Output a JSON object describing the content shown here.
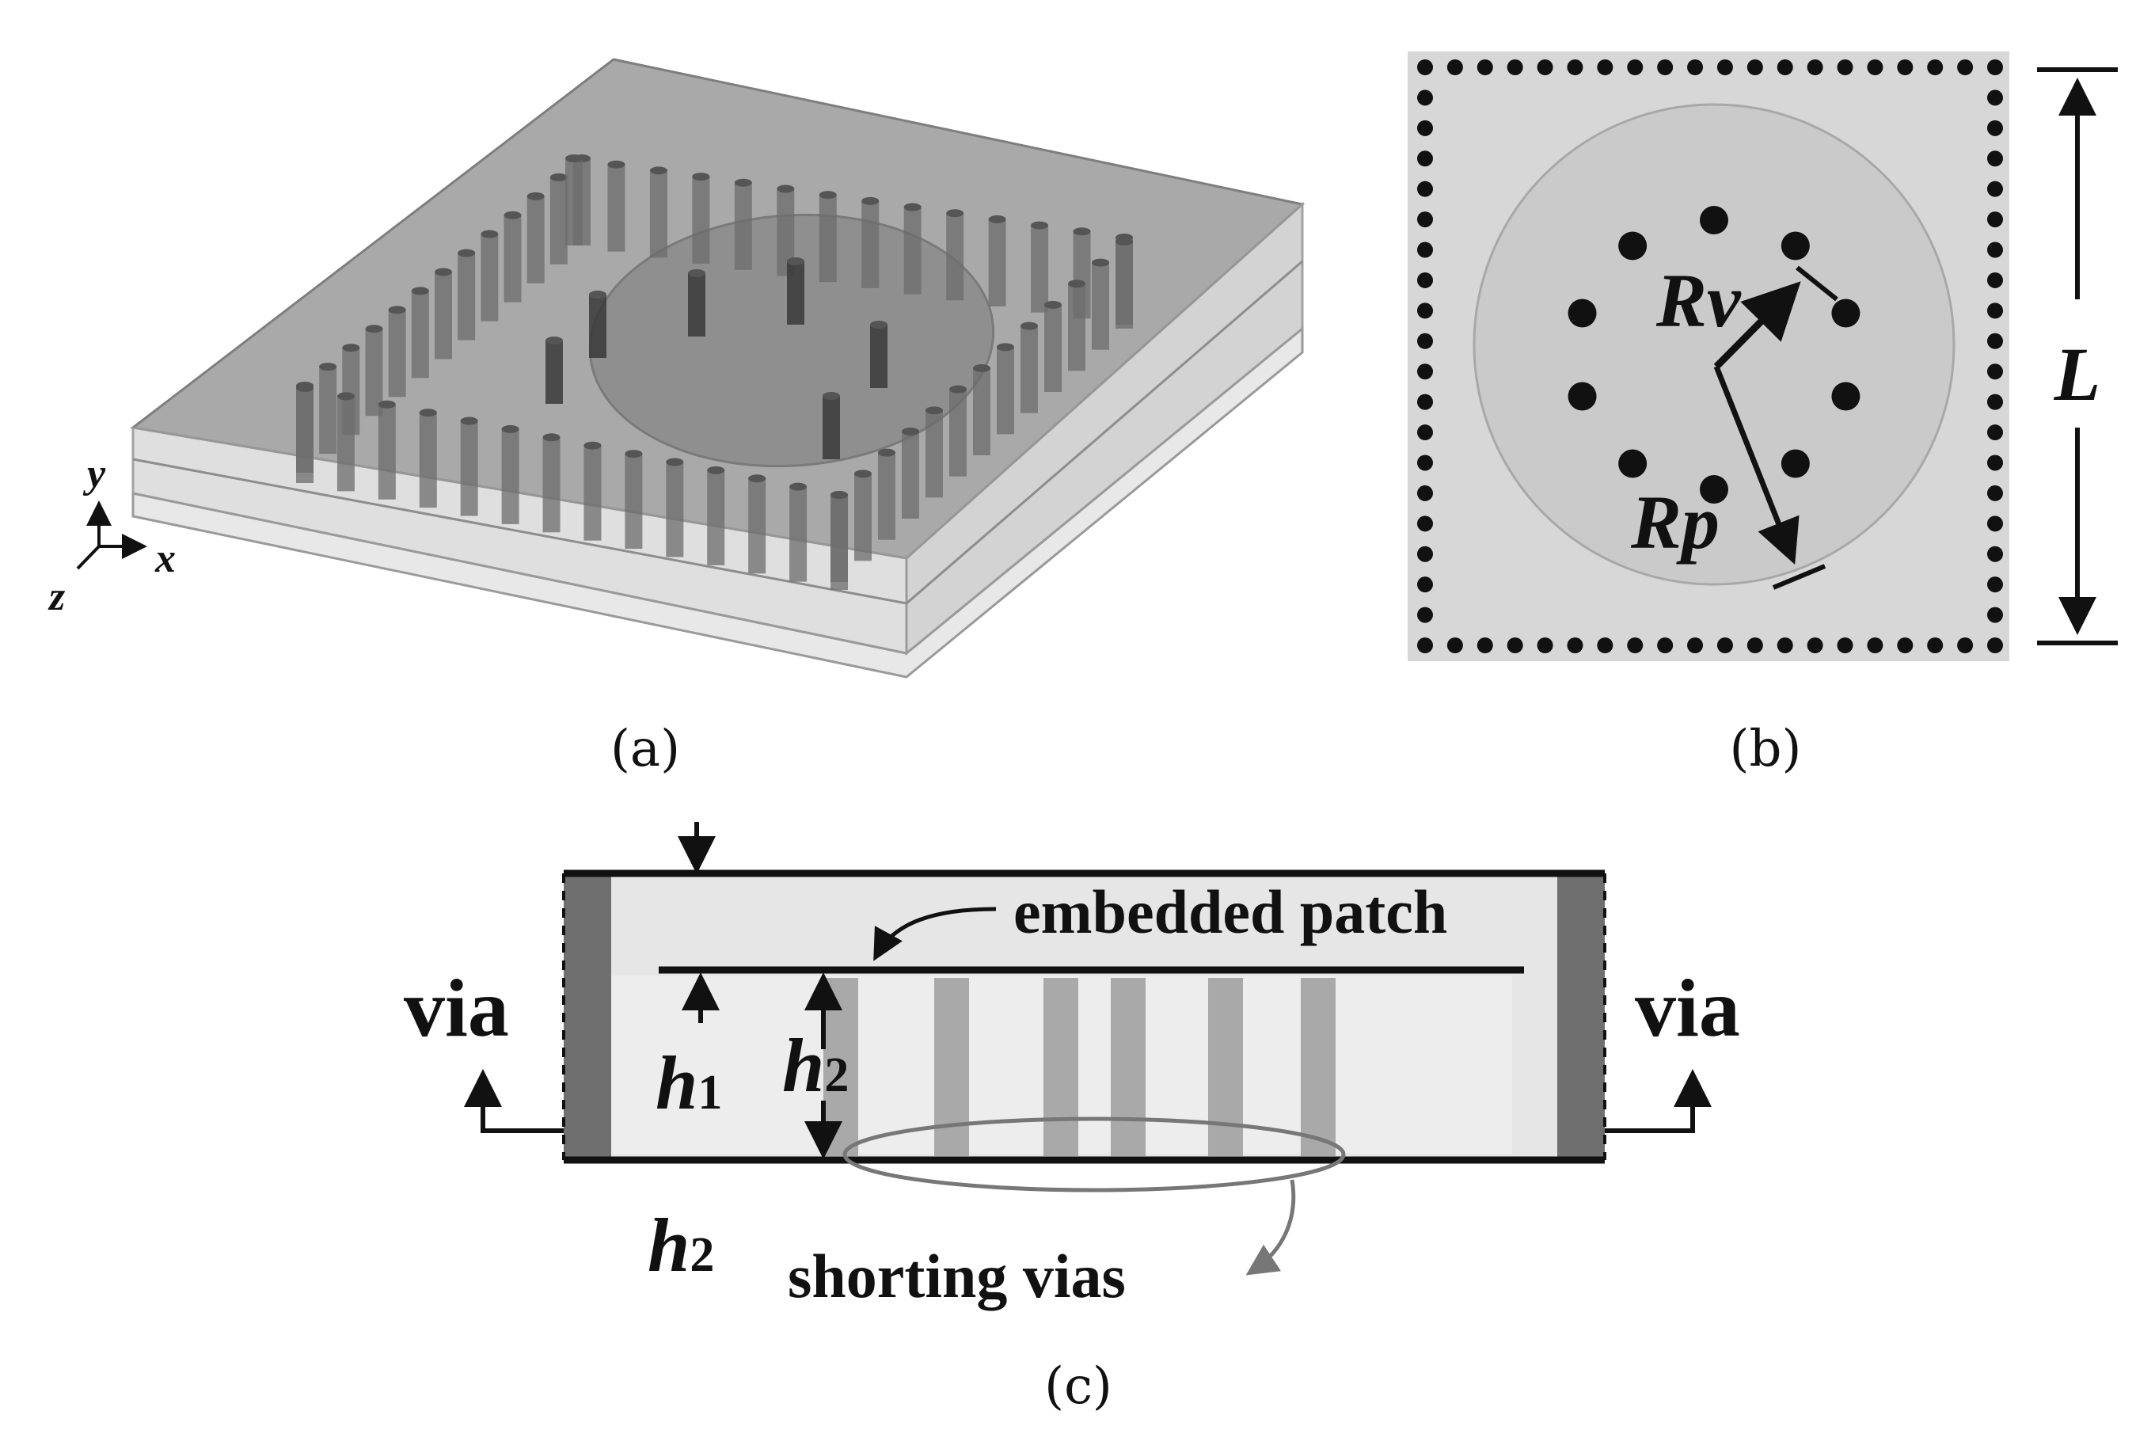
{
  "panels": {
    "a": {
      "caption": "(a)",
      "axes": {
        "y": "y",
        "x": "x",
        "z": "z"
      }
    },
    "b": {
      "caption": "(b)",
      "dimensions": {
        "Rv": "Rv",
        "Rp": "Rp",
        "L": "L"
      }
    },
    "c": {
      "caption": "(c)",
      "labels": {
        "via_left": "via",
        "via_right": "via",
        "embedded_patch": "embedded patch",
        "shorting_vias": "shorting vias",
        "h1_main": "h",
        "h1_sub": "1",
        "h2_main": "h",
        "h2_sub": "2",
        "h2b_main": "h",
        "h2b_sub": "2"
      }
    }
  }
}
